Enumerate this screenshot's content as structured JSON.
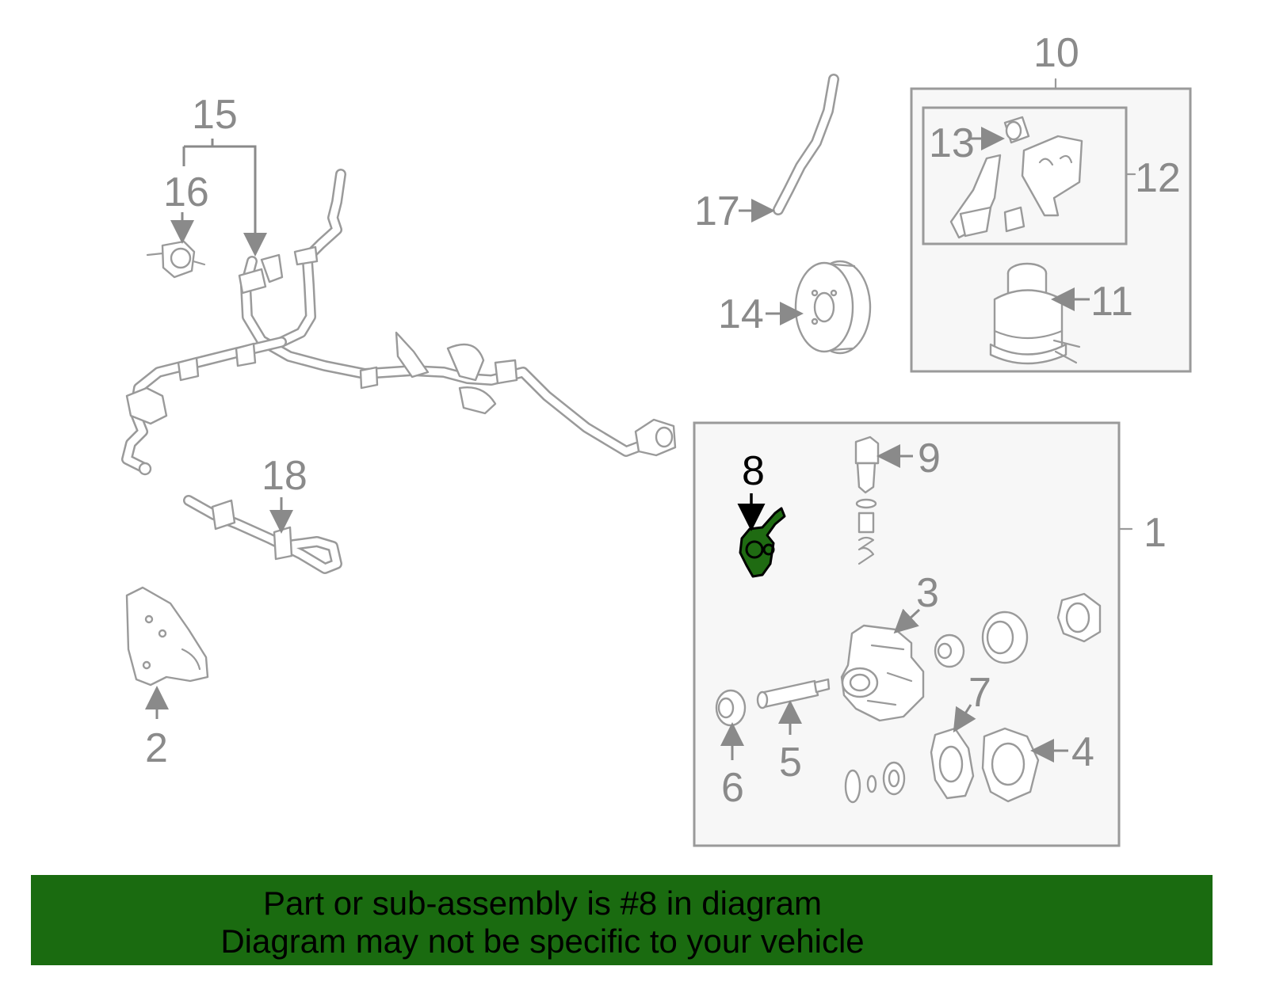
{
  "diagram": {
    "callouts": {
      "n1": "1",
      "n2": "2",
      "n3": "3",
      "n4": "4",
      "n5": "5",
      "n6": "6",
      "n7": "7",
      "n8": "8",
      "n9": "9",
      "n10": "10",
      "n11": "11",
      "n12": "12",
      "n13": "13",
      "n14": "14",
      "n15": "15",
      "n16": "16",
      "n17": "17",
      "n18": "18"
    },
    "highlighted_callout": "8",
    "highlight_color": "#1f6b12",
    "line_color": "#9a9a9a"
  },
  "banner": {
    "line1": "Part or sub-assembly is #8 in diagram",
    "line2": "Diagram may not be specific to your vehicle",
    "background": "#1a6b10"
  }
}
